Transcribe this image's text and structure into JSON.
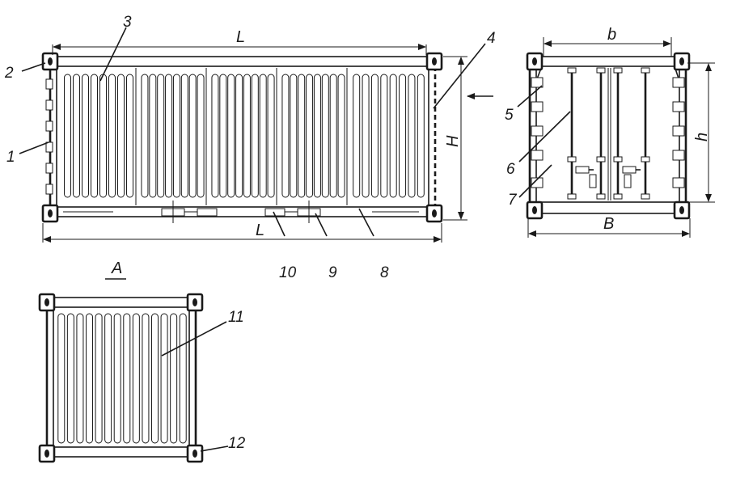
{
  "callouts": {
    "n1": "1",
    "n2": "2",
    "n3": "3",
    "n4": "4",
    "n5": "5",
    "n6": "6",
    "n7": "7",
    "n8": "8",
    "n9": "9",
    "n10": "10",
    "n11": "11",
    "n12": "12"
  },
  "dimensions": {
    "length_top": "L",
    "length_bottom": "L",
    "height_outer": "H",
    "width_inner": "b",
    "height_inner": "h",
    "width_outer": "B"
  },
  "view_label": "A"
}
